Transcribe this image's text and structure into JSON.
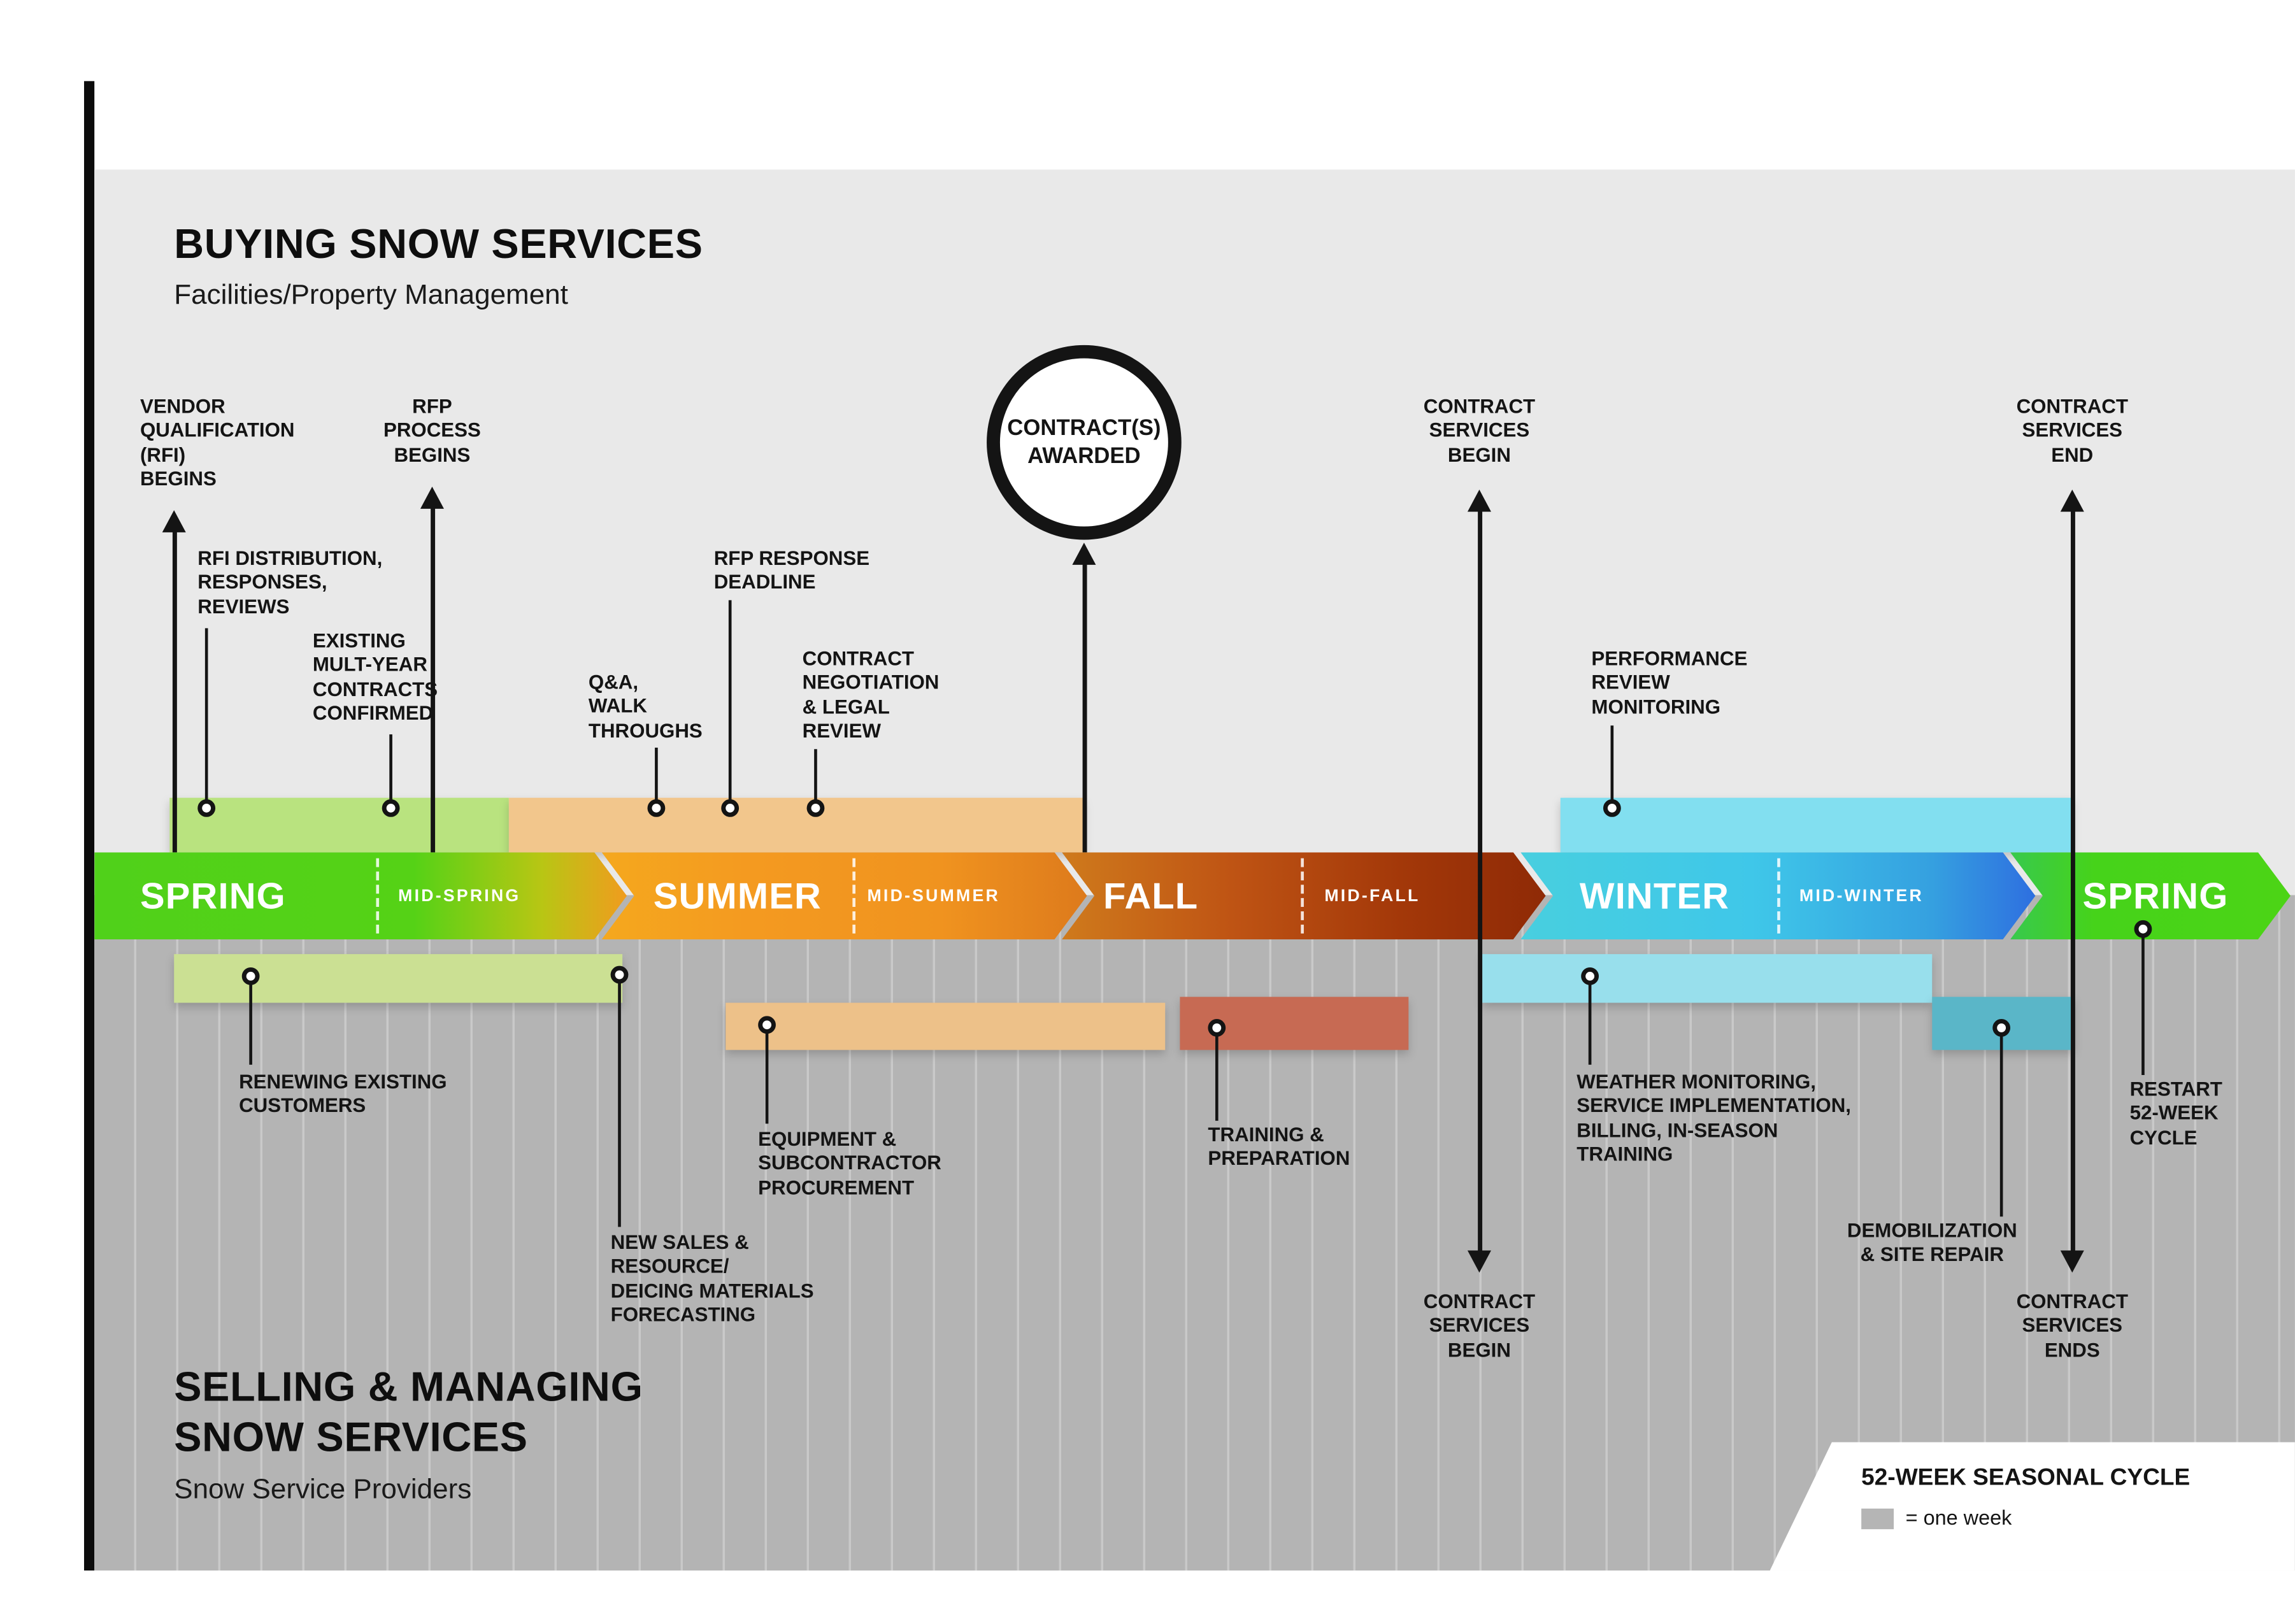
{
  "header": {
    "title": "BUYING SNOW SERVICES",
    "subtitle": "Facilities/Property Management"
  },
  "footer": {
    "title_line1": "SELLING & MANAGING",
    "title_line2": "SNOW SERVICES",
    "subtitle": "Snow Service Providers"
  },
  "timeline": {
    "segments": [
      {
        "label": "SPRING",
        "kind": "major"
      },
      {
        "label": "MID-SPRING",
        "kind": "mid"
      },
      {
        "label": "SUMMER",
        "kind": "major"
      },
      {
        "label": "MID-SUMMER",
        "kind": "mid"
      },
      {
        "label": "FALL",
        "kind": "major"
      },
      {
        "label": "MID-FALL",
        "kind": "mid"
      },
      {
        "label": "WINTER",
        "kind": "major"
      },
      {
        "label": "MID-WINTER",
        "kind": "mid"
      },
      {
        "label": "SPRING",
        "kind": "major"
      }
    ]
  },
  "buying": {
    "vendor_qualification": "VENDOR\nQUALIFICATION\n(RFI)\nBEGINS",
    "rfi_distribution": "RFI DISTRIBUTION,\nRESPONSES,\nREVIEWS",
    "existing_contracts": "EXISTING\nMULT-YEAR\nCONTRACTS\nCONFIRMED",
    "rfp_process": "RFP\nPROCESS\nBEGINS",
    "qa_walkthroughs": "Q&A,\nWALK\nTHROUGHS",
    "rfp_deadline": "RFP RESPONSE\nDEADLINE",
    "contract_negotiation": "CONTRACT\nNEGOTIATION\n& LEGAL\nREVIEW",
    "contract_awarded": "CONTRACT(S)\nAWARDED",
    "services_begin": "CONTRACT\nSERVICES\nBEGIN",
    "performance_review": "PERFORMANCE\nREVIEW\nMONITORING",
    "services_end": "CONTRACT\nSERVICES\nEND"
  },
  "selling": {
    "renewing_customers": "RENEWING EXISTING\nCUSTOMERS",
    "new_sales": "NEW SALES &\nRESOURCE/\nDEICING MATERIALS\nFORECASTING",
    "equipment": "EQUIPMENT &\nSUBCONTRACTOR\nPROCUREMENT",
    "training": "TRAINING &\nPREPARATION",
    "services_begin": "CONTRACT\nSERVICES\nBEGIN",
    "weather_monitoring": "WEATHER MONITORING,\nSERVICE IMPLEMENTATION,\nBILLING, IN-SEASON\nTRAINING",
    "demobilization": "DEMOBILIZATION\n& SITE REPAIR",
    "services_ends": "CONTRACT\nSERVICES\nENDS",
    "restart": "RESTART\n52-WEEK\nCYCLE"
  },
  "legend": {
    "title": "52-WEEK SEASONAL CYCLE",
    "swatch_label": "= one week"
  },
  "colors": {
    "spring_green": "#4fd218",
    "summer_orange": "#f49a20",
    "fall_rust": "#a33809",
    "winter_cyan": "#3fc7e9",
    "winter_blue": "#2e6fe0",
    "strip_green": "#b9e37f",
    "strip_tan": "#f2c68c",
    "strip_cyan": "#82dff0",
    "strip_red": "#c76a53",
    "strip_teal": "#5ab6c8",
    "bg_top": "#e9e9e9",
    "bg_bottom": "#b4b4b4"
  }
}
